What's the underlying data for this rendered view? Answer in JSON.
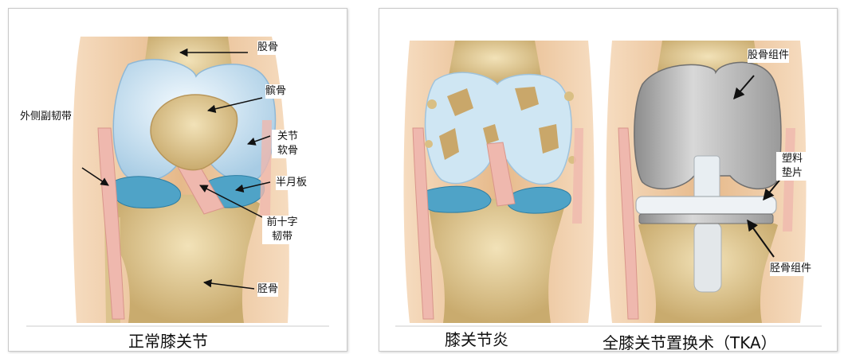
{
  "colors": {
    "bone": "#e8d4a2",
    "bone_shade": "#c9ab6e",
    "cartilage": "#d9ecf7",
    "cartilage_edge": "#a8cce4",
    "meniscus": "#4fa3c7",
    "ligament": "#efb8ae",
    "skin": "#ecc59a",
    "implant_metal": "#b9b9b9",
    "implant_plastic": "#e8eef2",
    "arrow": "#111111"
  },
  "panels": {
    "normal": {
      "caption": "正常膝关节",
      "labels": {
        "femur": "股骨",
        "patella": "髌骨",
        "lcl": "外侧副韧带",
        "cartilage_line1": "关节",
        "cartilage_line2": "软骨",
        "meniscus": "半月板",
        "acl_line1": "前十字",
        "acl_line2": "韧带",
        "tibia": "胫骨"
      }
    },
    "arthritis": {
      "caption": "膝关节炎"
    },
    "tka": {
      "caption": "全膝关节置换术（TKA）",
      "labels": {
        "femoral_component": "股骨组件",
        "spacer_line1": "塑料",
        "spacer_line2": "垫片",
        "tibial_component": "胫骨组件"
      }
    }
  }
}
